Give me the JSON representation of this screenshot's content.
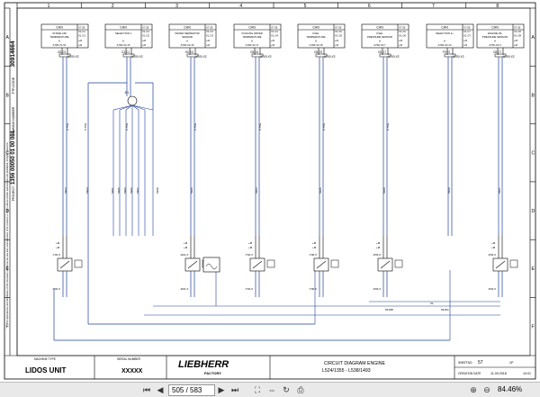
{
  "columns": [
    "1",
    "2",
    "3",
    "4",
    "5",
    "6",
    "7",
    "8"
  ],
  "rows": [
    "A",
    "B",
    "C",
    "D",
    "E",
    "F"
  ],
  "doc_number": "30914664",
  "side_block": {
    "l1": "PTR-CODE",
    "l2": "DRAWING NUMBER",
    "l3": "PROJECT",
    "l4": "1356 00050 01 00 001"
  },
  "can_blocks": [
    {
      "title": "CAN",
      "ref1": "X7.55",
      "ref2": "X1.C1",
      "ref3": "X1.O1",
      "desc1": "INTAKE AIR",
      "desc2": "TEMPERATURE",
      "a": "A",
      "dev": "A700-X1.51",
      "conn": "C8 C3",
      "x2": "-A700-X2"
    },
    {
      "title": "CAN",
      "ref1": "X7.55",
      "ref2": "X1.C2",
      "ref3": "X1.O2",
      "desc1": "SELECTION 1",
      "desc2": "",
      "a": "A",
      "dev": "A700-X2.15",
      "conn": "C3 C1",
      "x2": "-A700-X2"
    },
    {
      "title": "CAN",
      "ref1": "X7.55",
      "ref2": "X1.C3",
      "ref3": "X1.O3",
      "desc1": "WATER SEPARATOR",
      "desc2": "SENSOR",
      "a": "A",
      "dev": "A700-X2.16",
      "conn": "K0 K3",
      "x2": "-A700-X2"
    },
    {
      "title": "CAN",
      "ref1": "X7.55",
      "ref2": "X1.C4",
      "ref3": "X1.O4",
      "desc1": "COOLING WATER",
      "desc2": "TEMPERATURE",
      "a": "A",
      "dev": "A700-X2.17",
      "conn": "C8 C6",
      "x2": "-A700-X2"
    },
    {
      "title": "CAN",
      "ref1": "X7.55",
      "ref2": "X1.C5",
      "ref3": "X1.O5",
      "desc1": "FUEL",
      "desc2": "TEMPERATURE",
      "a": "A",
      "dev": "A700-X2.18",
      "conn": "C8 C9",
      "x2": "-A700-X2"
    },
    {
      "title": "CAN",
      "ref1": "X7.55",
      "ref2": "X1.C6",
      "ref3": "X1.O6",
      "desc1": "FUEL",
      "desc2": "PRESSURE SENSOR",
      "a": "A",
      "dev": "A700-X2.7",
      "conn": "C8 C7",
      "x2": "-A700-X2"
    },
    {
      "title": "CAN",
      "ref1": "X7.55",
      "ref2": "X1.C7",
      "ref3": "X1.O7",
      "desc1": "SELECTION 2+",
      "desc2": "",
      "a": "A",
      "dev": "A700-X2.13",
      "conn": "F0 F2",
      "x2": "-A700-X2"
    },
    {
      "title": "CAN",
      "ref1": "X7.55",
      "ref2": "X1.C8",
      "ref3": "X1.O8",
      "desc1": "ENGINE OIL",
      "desc2": "PRESSURE SENSOR",
      "a": "A",
      "dev": "A700-X2.3",
      "conn": "C8 C7",
      "x2": "-A700-X2"
    }
  ],
  "junction_label": "-B1",
  "wire_labels": [
    "0.75G",
    "0.75G",
    "0.75G",
    "0.75G",
    "0.75G",
    "0.75G",
    "0.75G"
  ],
  "vertical_wires": [
    "5403",
    "5404",
    "5401",
    "5405",
    "5406",
    "5406",
    "5407",
    "5408",
    "5406",
    "5403",
    "5405",
    "5408",
    "5409",
    "5407"
  ],
  "sensors": [
    {
      "ref": "-T32.X",
      "sub": "-T32.X",
      "m": "+M"
    },
    {
      "ref": "-D01.X",
      "sub": "-D01.X",
      "m": "+M"
    },
    {
      "ref": "-T04.X",
      "sub": "-T04.X",
      "m": "+M"
    },
    {
      "ref": "-T06.X",
      "sub": "-T06.X",
      "m": "+M"
    },
    {
      "ref": "-P03.X",
      "sub": "-P03.X",
      "m": "+M"
    },
    {
      "ref": "-P04.X",
      "sub": "-P04.X",
      "m": "+M"
    }
  ],
  "bus_labels": [
    "5416B",
    "5416C",
    "X1"
  ],
  "notes": "The reproduction and distribution of this document as well as the use and communication of its contents to others without written authorization are prohibited. All rights reserved.",
  "title_block": {
    "machine_type_label": "MACHINE TYPE",
    "machine_type": "LIDOS UNIT",
    "serial_label": "SERIAL NUMBER",
    "serial": "XXXXX",
    "brand": "LIEBHERR",
    "brand_sub": "FACTORY",
    "desc1": "CIRCUIT DIAGRAM ENGINE",
    "desc2": "L524/1355 - L538/1493",
    "sheet_label": "SHEETNO.",
    "sheet": "57",
    "of_label": "OF",
    "date_label": "CREATION DATE",
    "date": "11.09.2018",
    "time": "10:01"
  },
  "viewer": {
    "page": "505 / 583",
    "zoom": "84.46%"
  }
}
